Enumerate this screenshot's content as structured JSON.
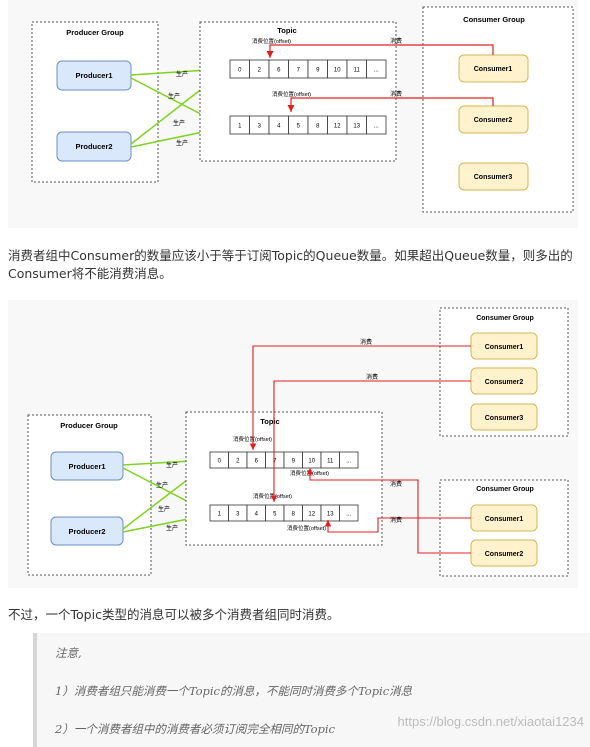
{
  "diagram1": {
    "producer_group": "Producer Group",
    "producers": [
      "Producer1",
      "Producer2"
    ],
    "produce_label": "生产",
    "topic": "Topic",
    "offset_label": "消费位置(offset)",
    "queue1": [
      "0",
      "2",
      "6",
      "7",
      "9",
      "10",
      "11",
      "..."
    ],
    "queue2": [
      "1",
      "3",
      "4",
      "5",
      "8",
      "12",
      "13",
      "..."
    ],
    "consume_label": "消费",
    "consumer_group": "Consumer Group",
    "consumers": [
      "Consumer1",
      "Consumer2",
      "Consumer3"
    ]
  },
  "paragraph1": "消费者组中Consumer的数量应该小于等于订阅Topic的Queue数量。如果超出Queue数量，则多出的Consumer将不能消费消息。",
  "diagram2": {
    "producer_group": "Producer Group",
    "producers": [
      "Producer1",
      "Producer2"
    ],
    "produce_label": "生产",
    "topic": "Topic",
    "offset_label": "消费位置(offset)",
    "queue1": [
      "0",
      "2",
      "6",
      "7",
      "9",
      "10",
      "11",
      "..."
    ],
    "queue2": [
      "1",
      "3",
      "4",
      "5",
      "8",
      "12",
      "13",
      "..."
    ],
    "consume_label": "消费",
    "consumer_group_top": "Consumer Group",
    "consumers_top": [
      "Consumer1",
      "Consumer2",
      "Consumer3"
    ],
    "consumer_group_bottom": "Consumer Group",
    "consumers_bottom": [
      "Consumer1",
      "Consumer2"
    ]
  },
  "paragraph2": "不过，一个Topic类型的消息可以被多个消费者组同时消费。",
  "note": {
    "title": "注意,",
    "line1": "1）消费者组只能消费一个Topic的消息，不能同时消费多个Topic消息",
    "line2": "2）一个消费者组中的消费者必须订阅完全相同的Topic"
  },
  "watermark": "https://blog.csdn.net/xiaotai1234",
  "colors": {
    "producer_fill": "#dae8fc",
    "producer_stroke": "#6c8ebf",
    "consumer_fill": "#fff2cc",
    "consumer_stroke": "#d6b656",
    "produce_arrow": "#7ed321",
    "consume_line": "#e02020"
  }
}
